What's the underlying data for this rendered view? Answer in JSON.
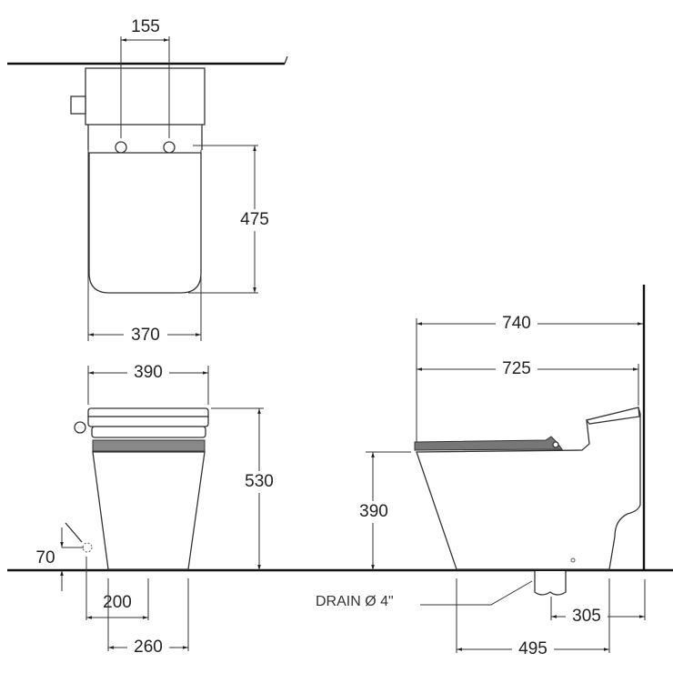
{
  "title": "Toilet dimension drawing",
  "top_view": {
    "hinge_spacing": "155",
    "seat_length": "475",
    "seat_width": "370"
  },
  "front_view": {
    "width": "390",
    "height": "530",
    "inlet_height": "70",
    "inlet_offset": "200",
    "base_width": "260"
  },
  "side_view": {
    "overall_depth": "740",
    "seat_depth": "725",
    "seat_height": "390",
    "drain_label": "DRAIN Ø 4\"",
    "rough_in": "305",
    "base_depth": "495"
  }
}
